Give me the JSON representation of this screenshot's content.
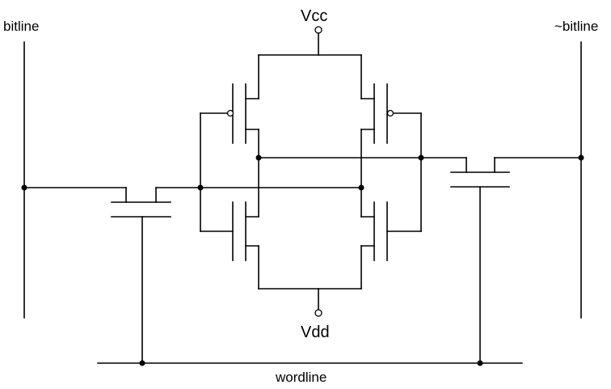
{
  "labels": {
    "bitline": "bitline",
    "bitline_bar": "~bitline",
    "vcc": "Vcc",
    "vdd": "Vdd",
    "wordline": "wordline"
  },
  "colors": {
    "wire": "#000000",
    "background": "#ffffff"
  }
}
